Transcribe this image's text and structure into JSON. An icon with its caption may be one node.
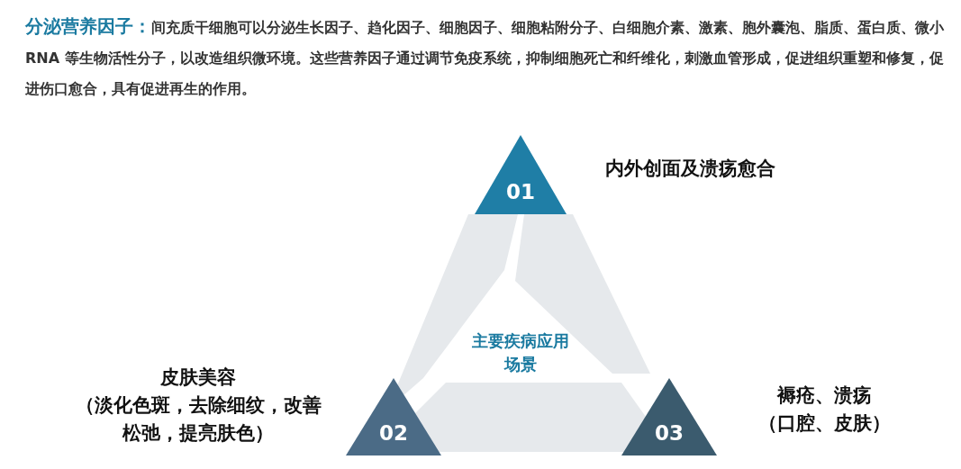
{
  "diagram": {
    "title": "分泌营养因子：",
    "nodes": [
      {
        "text": [
          "01"
        ],
        "beside": [
          "内外创面及溃疡愈合"
        ]
      },
      {
        "text": [
          "02"
        ],
        "beside": [
          "皮肤美容",
          "（淡化色斑，去除细纹，改善松弛，提亮肤色）"
        ]
      },
      {
        "text": [
          "03"
        ],
        "beside": [
          "褥疮、溃疡",
          "（口腔、皮肤）"
        ]
      }
    ],
    "labels": [
      "间充质干细胞可以分泌生长因子、趋化因子、细胞因子、细胞粘附分子、白细胞介素、激素、胞外囊泡、脂质、蛋白质、微小 RNA 等生物活性分子，以改造组织微环境。这些营养因子通过调节免疫系统，抑制细胞死亡和纤维化，刺激血管形成，促进组织重塑和修复，促进伤口愈合，具有促进再生的作用。",
      "主要疾病应用场景"
    ]
  }
}
